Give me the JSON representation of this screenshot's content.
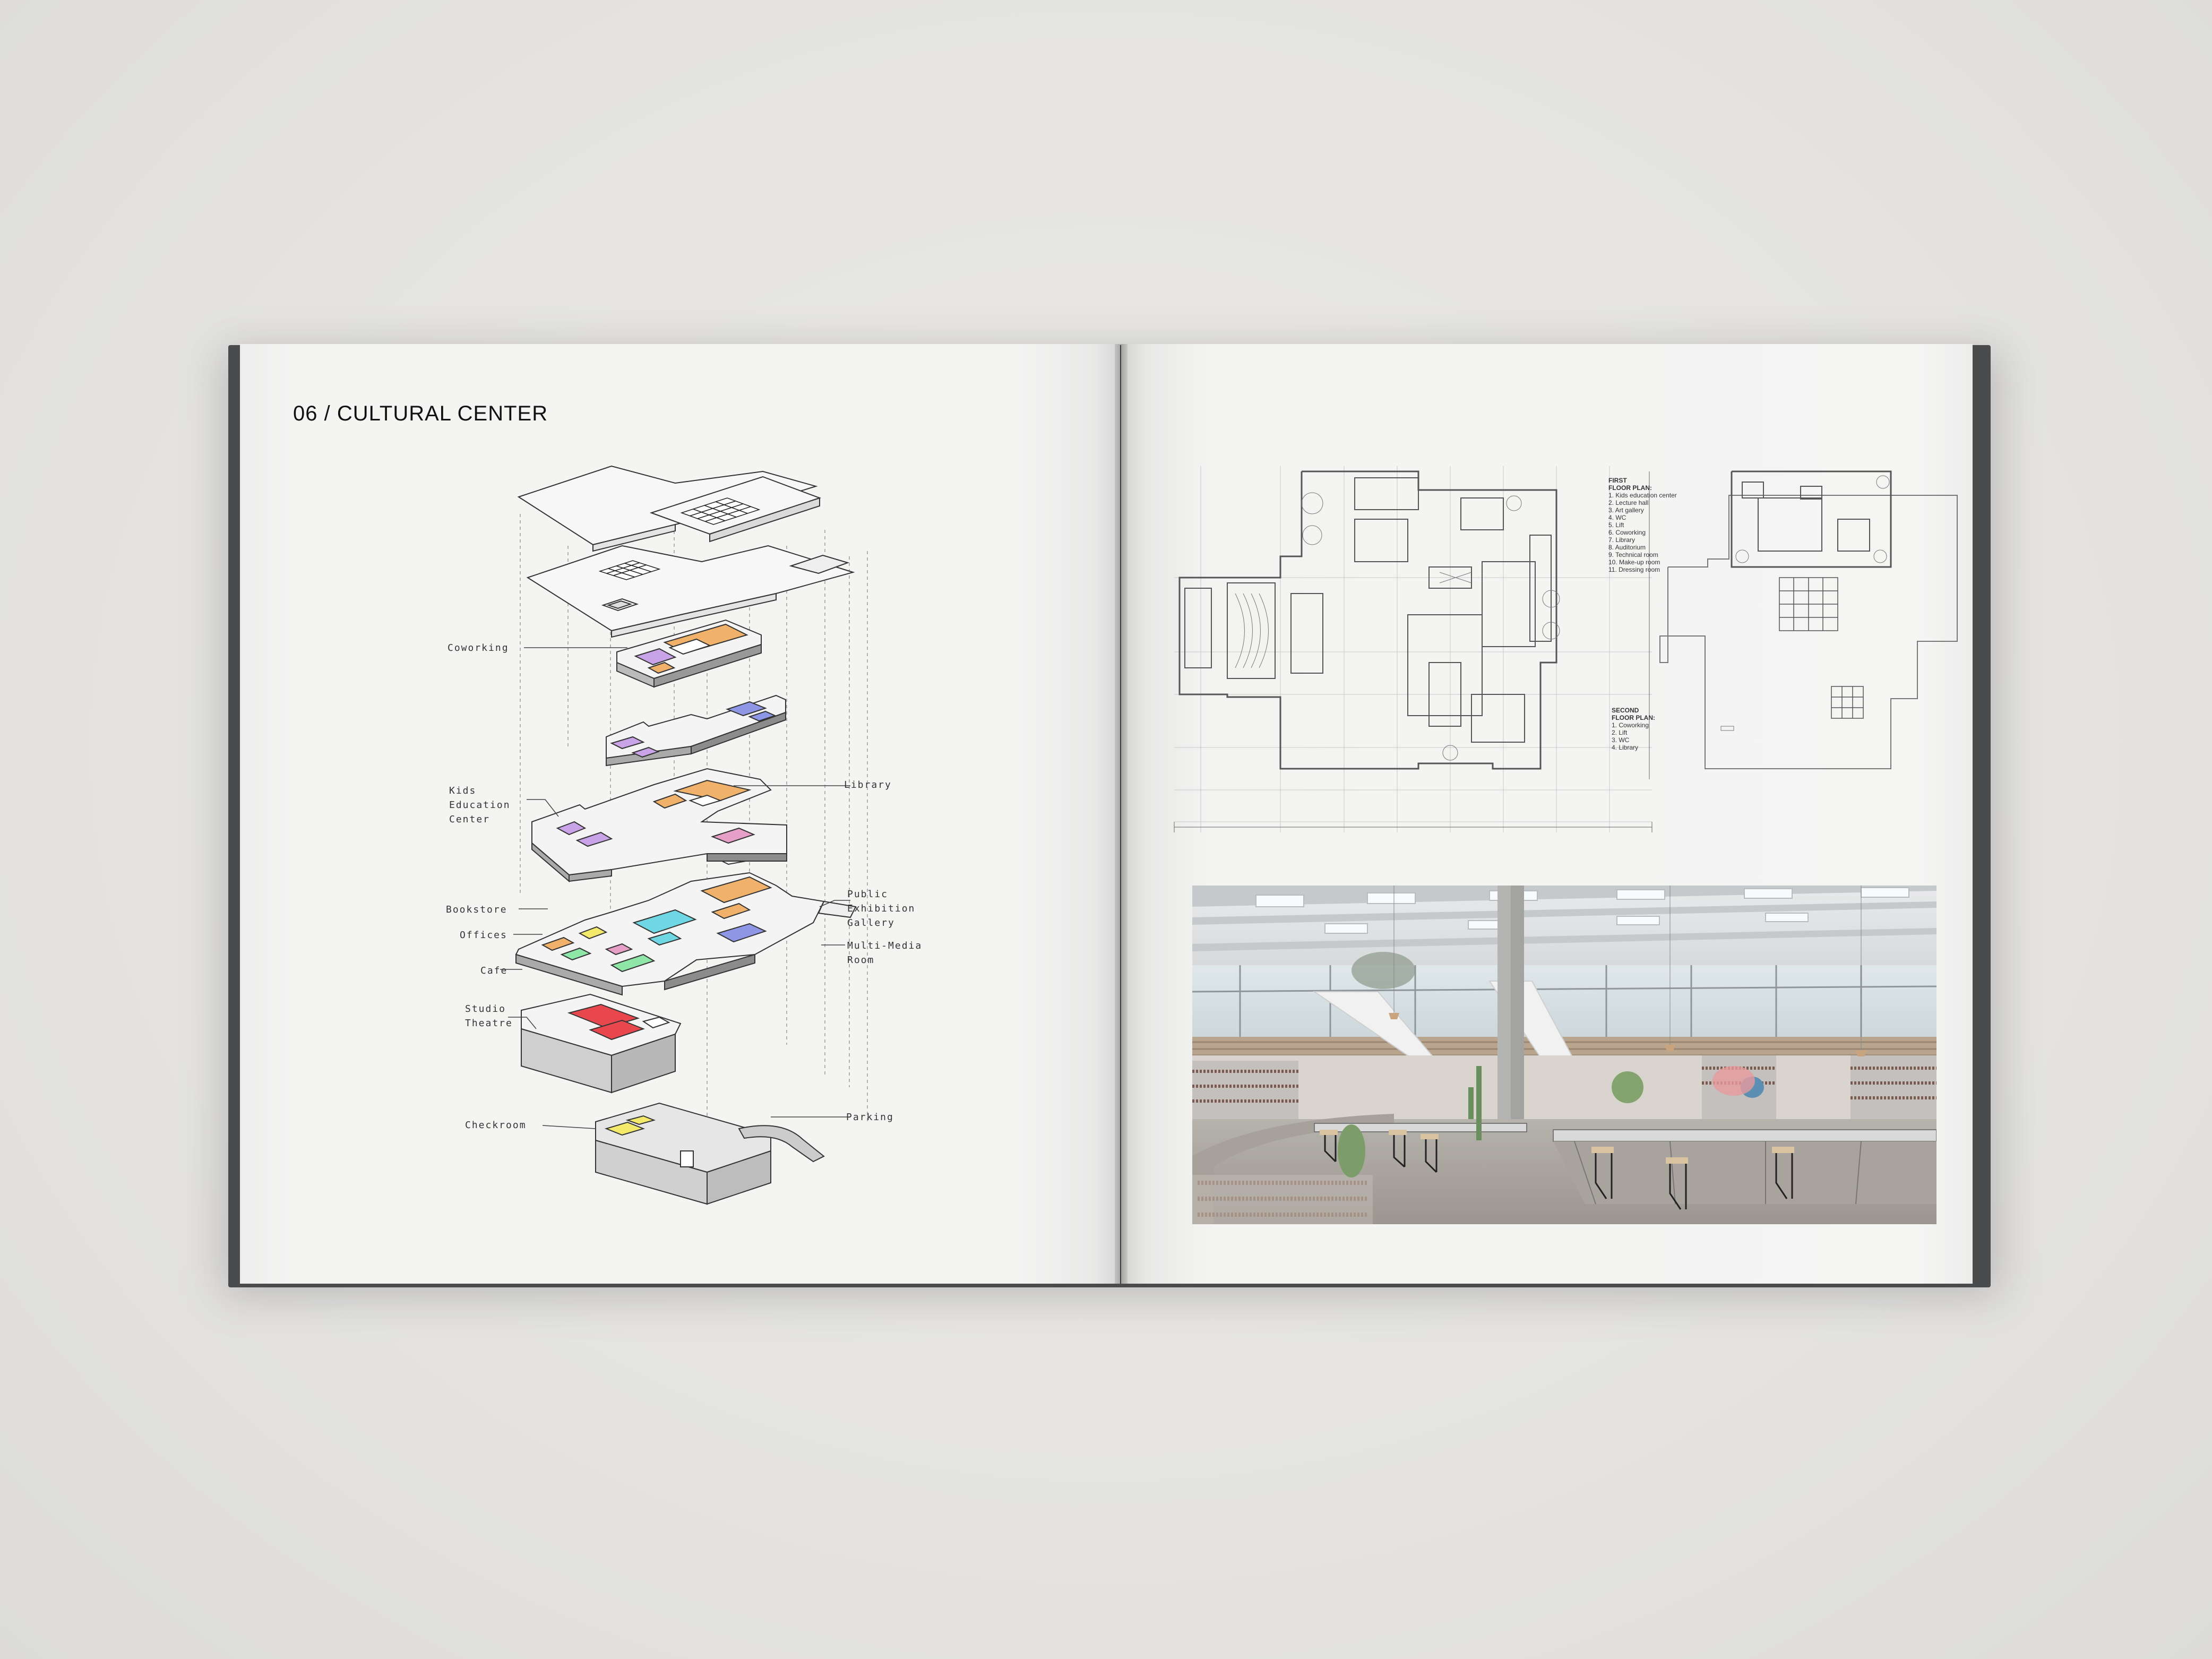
{
  "spread": {
    "left_page": {
      "title": "06 / CULTURAL CENTER",
      "labels": {
        "coworking": "Coworking",
        "kids": [
          "Kids",
          "Education",
          "Center"
        ],
        "library": "Library",
        "bookstore": "Bookstore",
        "offices": "Offices",
        "cafe": "Cafe",
        "gallery": [
          "Public",
          "Exhibition",
          "Gallery"
        ],
        "multimedia": [
          "Multi-Media",
          "Room"
        ],
        "studio": [
          "Studio",
          "Theatre"
        ],
        "checkroom": "Checkroom",
        "parking": "Parking"
      }
    },
    "right_page": {
      "first_floor": {
        "heading": [
          "FIRST",
          "FLOOR PLAN:"
        ],
        "items": [
          "1. Kids education center",
          "2. Lecture hall",
          "3. Art gallery",
          "4. WC",
          "5. Lift",
          "6. Coworking",
          "7. Library",
          "8. Auditorium",
          "9. Technical room",
          "10. Make-up room",
          "11. Dressing room"
        ]
      },
      "second_floor": {
        "heading": [
          "SECOND",
          "FLOOR PLAN:"
        ],
        "items": [
          "1. Coworking",
          "2. Lift",
          "3. WC",
          "4. Library"
        ]
      }
    }
  },
  "colors": {
    "orange": "#f0b26a",
    "purple": "#c9a3e8",
    "blue": "#8e96e6",
    "cyan": "#6fd7e3",
    "green": "#8ee6a7",
    "yellow": "#f3ea6b",
    "red": "#e8474e",
    "pink": "#e6a0c8",
    "cover": "#4a4b4d"
  }
}
